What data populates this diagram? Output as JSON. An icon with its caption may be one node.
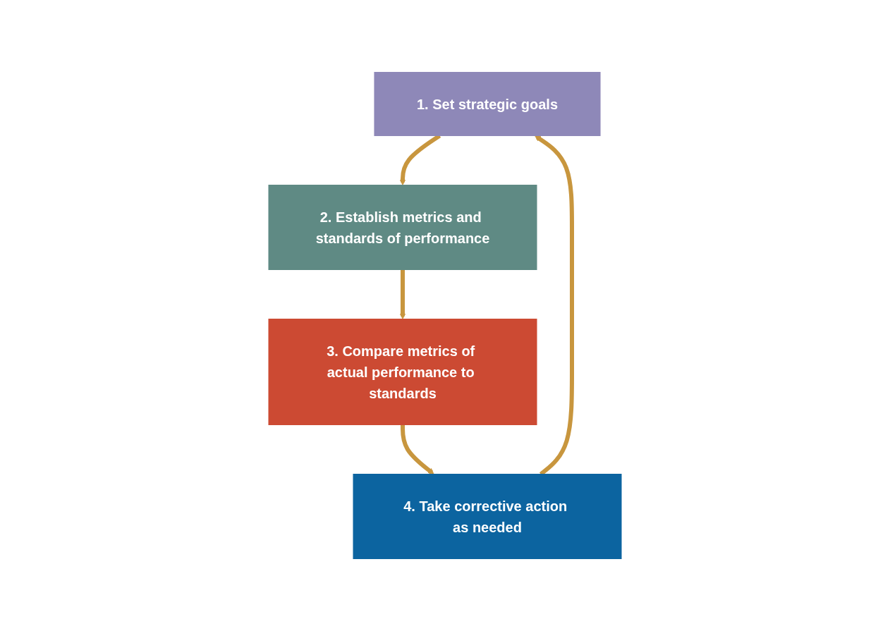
{
  "diagram": {
    "nodes": [
      {
        "text": [
          "1. Set strategic goals"
        ]
      },
      {
        "text": [
          "2. Establish metrics and standards of performance"
        ]
      },
      {
        "text": [
          "3. Compare metrics of actual performance to standards"
        ]
      },
      {
        "text": [
          "4. Take corrective action as needed"
        ]
      }
    ],
    "edges": [
      {
        "from": 0,
        "to": 1,
        "arrow": "to"
      },
      {
        "from": 1,
        "to": 2,
        "arrow": "to"
      },
      {
        "from": 2,
        "to": 3,
        "arrow": "to"
      },
      {
        "from": 3,
        "to": 0,
        "arrow": "to"
      }
    ]
  }
}
